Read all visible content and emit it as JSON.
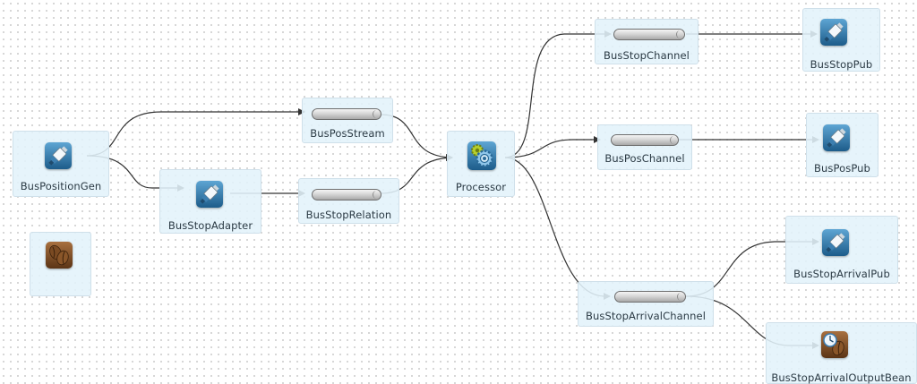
{
  "colors": {
    "node_fill": "#e2f2fa",
    "node_border": "#cfe0ea",
    "edge": "#333333",
    "adapter_icon": "#2f6f9a",
    "bean_icon": "#7a4a22",
    "processor_gear": "#9ab61c"
  },
  "nodes": {
    "bus_position_gen": {
      "label": "BusPositionGen",
      "icon": "adapter-plug-icon"
    },
    "bean_unnamed": {
      "label": "",
      "icon": "coffee-bean-icon"
    },
    "bus_stop_adapter": {
      "label": "BusStopAdapter",
      "icon": "adapter-plug-icon"
    },
    "bus_pos_stream": {
      "label": "BusPosStream",
      "icon": "channel-pipe-icon"
    },
    "bus_stop_relation": {
      "label": "BusStopRelation",
      "icon": "channel-pipe-icon"
    },
    "processor": {
      "label": "Processor",
      "icon": "processor-gear-icon"
    },
    "bus_stop_channel": {
      "label": "BusStopChannel",
      "icon": "channel-pipe-icon"
    },
    "bus_pos_channel": {
      "label": "BusPosChannel",
      "icon": "channel-pipe-icon"
    },
    "bus_stop_arrival_channel": {
      "label": "BusStopArrivalChannel",
      "icon": "channel-pipe-icon"
    },
    "bus_stop_pub": {
      "label": "BusStopPub",
      "icon": "adapter-plug-icon"
    },
    "bus_pos_pub": {
      "label": "BusPosPub",
      "icon": "adapter-plug-icon"
    },
    "bus_stop_arrival_pub": {
      "label": "BusStopArrivalPub",
      "icon": "adapter-plug-icon"
    },
    "bus_stop_arrival_output_bean": {
      "label": "BusStopArrivalOutputBean",
      "icon": "bean-clock-icon"
    }
  },
  "edges": [
    {
      "from": "BusPositionGen",
      "to": "BusPosStream"
    },
    {
      "from": "BusPositionGen",
      "to": "BusStopAdapter"
    },
    {
      "from": "BusStopAdapter",
      "to": "BusStopRelation"
    },
    {
      "from": "BusPosStream",
      "to": "Processor"
    },
    {
      "from": "BusStopRelation",
      "to": "Processor"
    },
    {
      "from": "Processor",
      "to": "BusStopChannel"
    },
    {
      "from": "Processor",
      "to": "BusPosChannel"
    },
    {
      "from": "Processor",
      "to": "BusStopArrivalChannel"
    },
    {
      "from": "BusStopChannel",
      "to": "BusStopPub"
    },
    {
      "from": "BusPosChannel",
      "to": "BusPosPub"
    },
    {
      "from": "BusStopArrivalChannel",
      "to": "BusStopArrivalPub"
    },
    {
      "from": "BusStopArrivalChannel",
      "to": "BusStopArrivalOutputBean"
    }
  ]
}
